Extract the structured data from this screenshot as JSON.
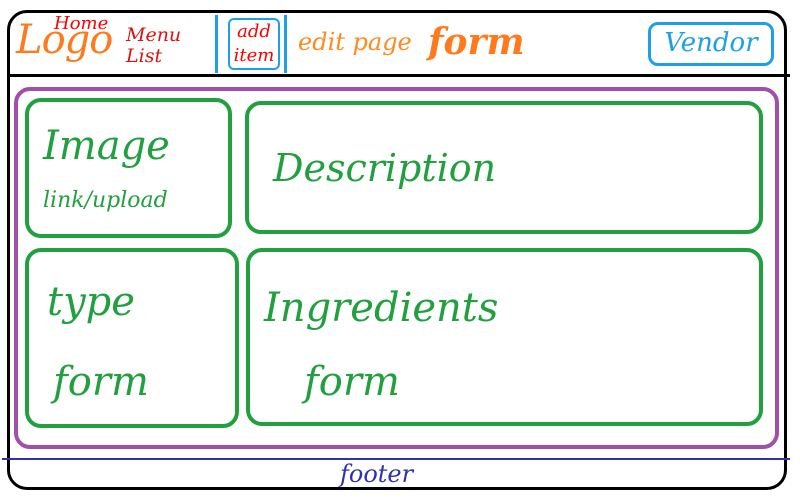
{
  "header": {
    "logo": "Logo",
    "nav": {
      "home": "Home",
      "menu_list_line1": "Menu",
      "menu_list_line2": "List",
      "add_item_line1": "add",
      "add_item_line2": "item"
    },
    "page_name": "edit page",
    "page_title": "form",
    "vendor_button": "Vendor"
  },
  "main": {
    "image": {
      "title": "Image",
      "subtitle": "link/upload"
    },
    "description": {
      "title": "Description"
    },
    "type": {
      "line1": "type",
      "line2": "form"
    },
    "ingredients": {
      "line1": "Ingredients",
      "line2": "form"
    }
  },
  "footer": {
    "label": "footer"
  },
  "colors": {
    "logo": "#ff7a1c",
    "nav_red": "#ff0000",
    "nav_highlight": "#1ea0e8",
    "content_frame": "#a050a8",
    "section_boxes": "#22a040",
    "footer": "#3030b0"
  }
}
